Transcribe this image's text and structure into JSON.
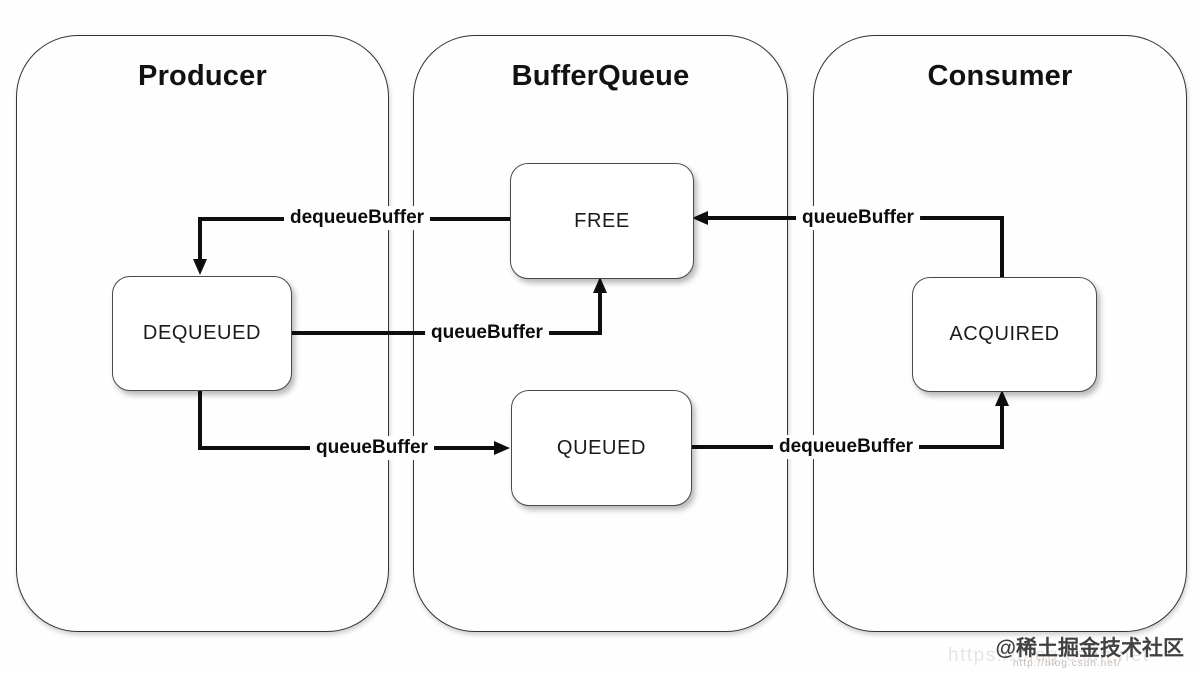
{
  "diagram": {
    "containers": [
      {
        "title": "Producer"
      },
      {
        "title": "BufferQueue"
      },
      {
        "title": "Consumer"
      }
    ],
    "states": [
      {
        "label": "DEQUEUED"
      },
      {
        "label": "FREE"
      },
      {
        "label": "QUEUED"
      },
      {
        "label": "ACQUIRED"
      }
    ],
    "edges": [
      {
        "from": "FREE",
        "to": "DEQUEUED",
        "label": "dequeueBuffer"
      },
      {
        "from": "DEQUEUED",
        "to": "FREE",
        "label": "queueBuffer"
      },
      {
        "from": "DEQUEUED",
        "to": "QUEUED",
        "label": "queueBuffer"
      },
      {
        "from": "ACQUIRED",
        "to": "FREE",
        "label": "queueBuffer"
      },
      {
        "from": "QUEUED",
        "to": "ACQUIRED",
        "label": "dequeueBuffer"
      }
    ]
  },
  "watermark": {
    "community": "@稀土掘金技术社区",
    "url_faint_large": "https://blog.csdn.net",
    "url_faint_small": "http://blog.csdn.net/"
  },
  "colors": {
    "line": "#0e0e0e",
    "container_border": "#333333",
    "box_border": "#4a4a4a",
    "background": "#fefefe"
  }
}
